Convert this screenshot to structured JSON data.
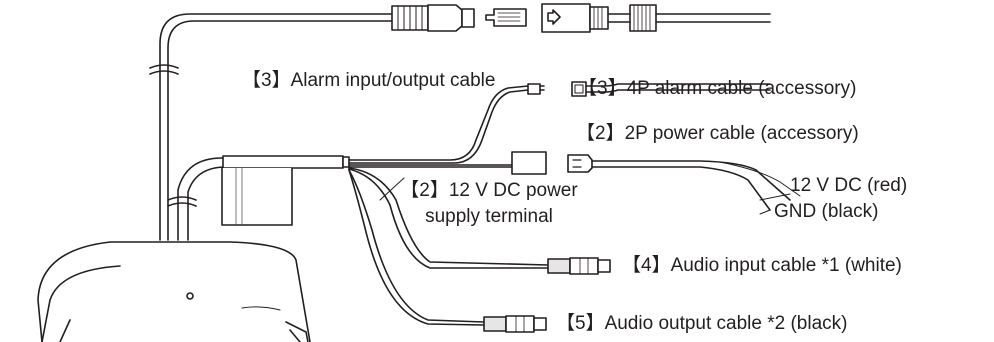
{
  "labels": {
    "alarm_io_cable": "【3】Alarm input/output cable",
    "alarm_4p_cable": "【3】4P alarm cable (accessory)",
    "power_2p_cable": "【2】2P power cable (accessory)",
    "dc_terminal_line1": "【2】12 V DC power",
    "dc_terminal_line2": "supply terminal",
    "dc_red": "12 V DC (red)",
    "gnd_black": "GND (black)",
    "audio_in": "【4】Audio input cable *1 (white)",
    "audio_out": "【5】Audio output cable *2 (black)"
  },
  "colors": {
    "line": "#231f20",
    "fill": "#ffffff",
    "shade": "#e6e6e6"
  }
}
